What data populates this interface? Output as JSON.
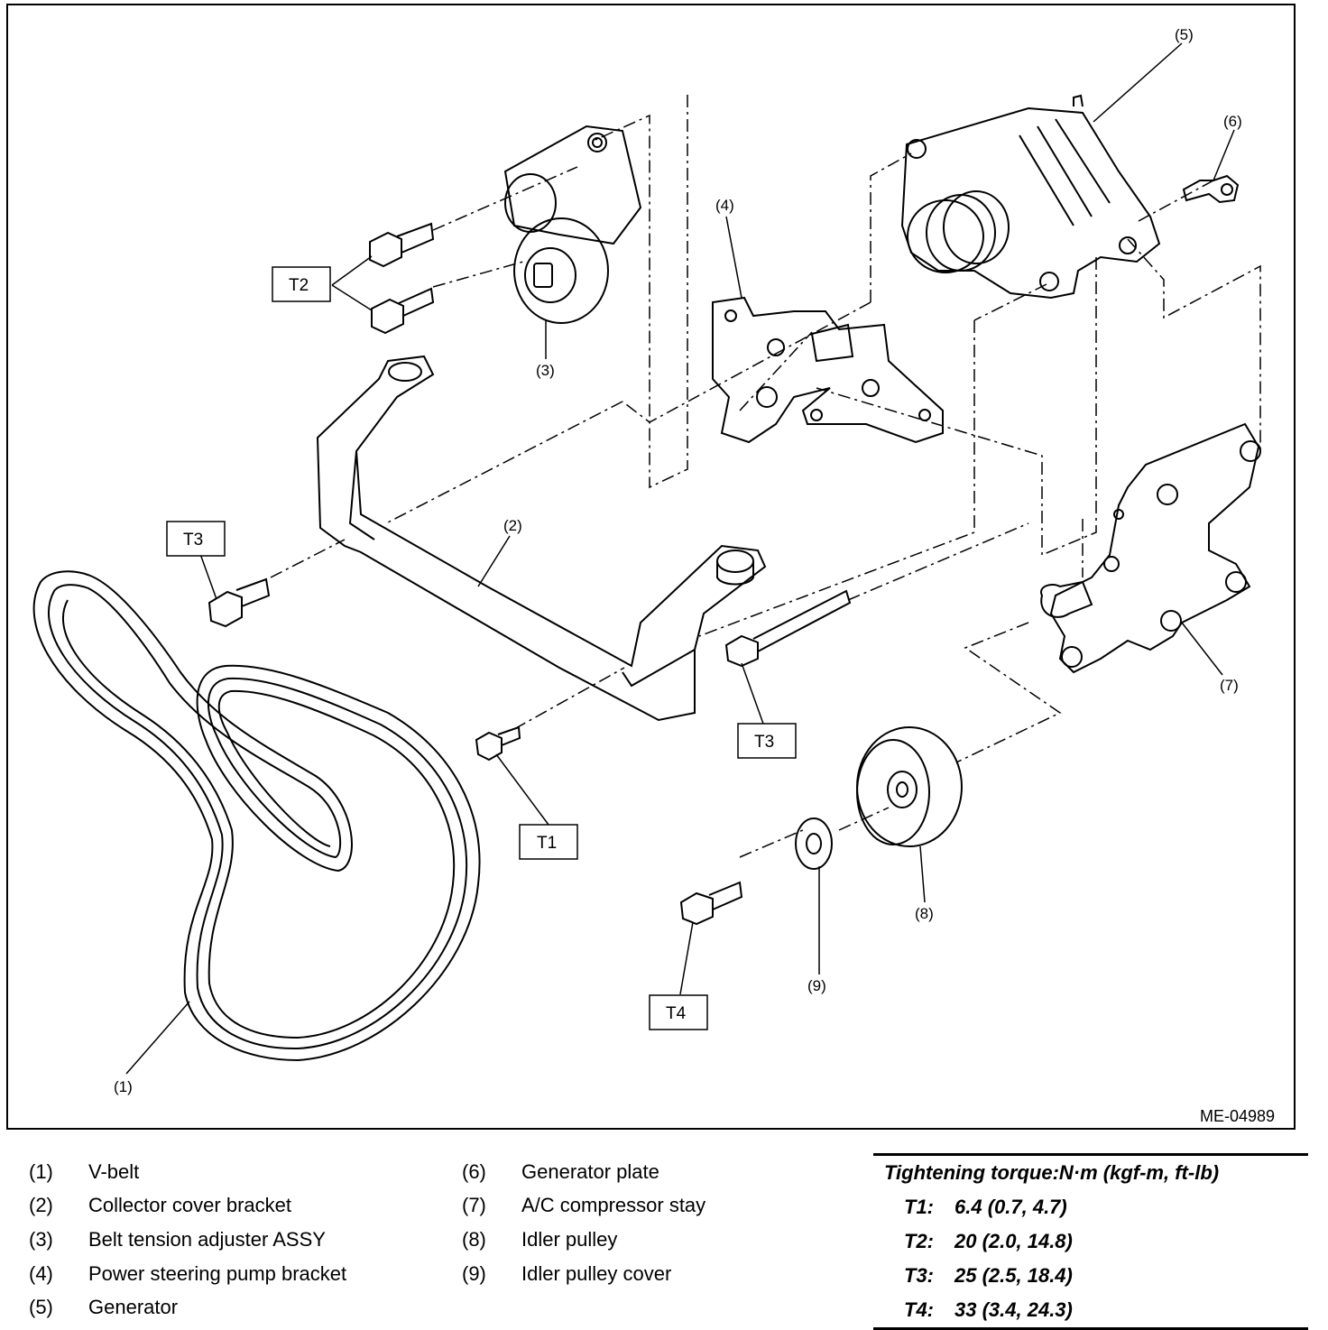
{
  "figure_id": "ME-04989",
  "callouts": {
    "c1": "(1)",
    "c2": "(2)",
    "c3": "(3)",
    "c4": "(4)",
    "c5": "(5)",
    "c6": "(6)",
    "c7": "(7)",
    "c8": "(8)",
    "c9": "(9)"
  },
  "torque_boxes": {
    "t1": "T1",
    "t2": "T2",
    "t3a": "T3",
    "t3b": "T3",
    "t4": "T4"
  },
  "legend": {
    "left": [
      {
        "num": "(1)",
        "text": "V-belt"
      },
      {
        "num": "(2)",
        "text": "Collector cover bracket"
      },
      {
        "num": "(3)",
        "text": "Belt tension adjuster ASSY"
      },
      {
        "num": "(4)",
        "text": "Power steering pump bracket"
      },
      {
        "num": "(5)",
        "text": "Generator"
      }
    ],
    "right": [
      {
        "num": "(6)",
        "text": "Generator plate"
      },
      {
        "num": "(7)",
        "text": "A/C compressor stay"
      },
      {
        "num": "(8)",
        "text": "Idler pulley"
      },
      {
        "num": "(9)",
        "text": "Idler pulley cover"
      }
    ]
  },
  "torque_table": {
    "title": "Tightening torque:N·m (kgf-m, ft-lb)",
    "rows": [
      {
        "key": "T1:",
        "value": "6.4 (0.7, 4.7)"
      },
      {
        "key": "T2:",
        "value": "20 (2.0, 14.8)"
      },
      {
        "key": "T3:",
        "value": "25 (2.5, 18.4)"
      },
      {
        "key": "T4:",
        "value": "33 (3.4, 24.3)"
      }
    ]
  }
}
